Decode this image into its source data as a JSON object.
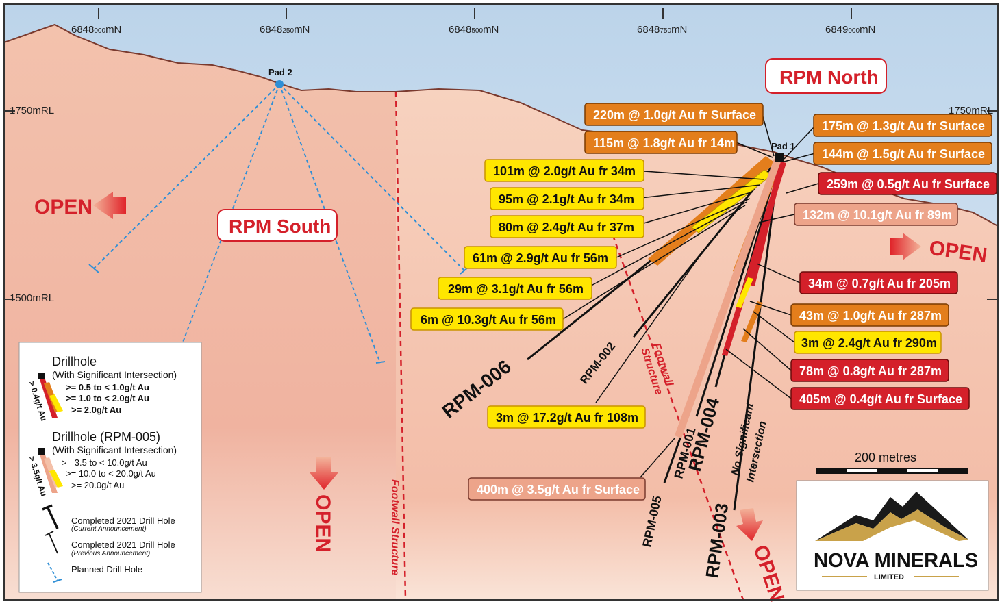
{
  "axis": {
    "northings": [
      {
        "value": "6848",
        "sub": "000",
        "unit": "mN"
      },
      {
        "value": "6848",
        "sub": "250",
        "unit": "mN"
      },
      {
        "value": "6848",
        "sub": "500",
        "unit": "mN"
      },
      {
        "value": "6848",
        "sub": "750",
        "unit": "mN"
      },
      {
        "value": "6849",
        "sub": "000",
        "unit": "mN"
      }
    ],
    "rl_1750_left": "1750mRL",
    "rl_1750_right": "1750mRL",
    "rl_1500_left": "1500mRL"
  },
  "zones": {
    "south": "RPM South",
    "north": "RPM North"
  },
  "pads": {
    "pad2": "Pad 2",
    "pad1": "Pad 1"
  },
  "open_labels": {
    "left": "OPEN",
    "right": "OPEN",
    "bottom_left": "OPEN",
    "bottom_right": "OPEN"
  },
  "structures": {
    "footwall_lower": "Footwall Structure",
    "footwall_mid_1": "Footwall",
    "footwall_mid_2": "Structure"
  },
  "holes": {
    "rpm006": "RPM-006",
    "rpm002": "RPM-002",
    "rpm004": "RPM-004",
    "rpm001": "RPM-001",
    "rpm005": "RPM-005",
    "rpm003": "RPM-003",
    "no_sig_1": "No Significant",
    "no_sig_2": "Intersection"
  },
  "intercepts": {
    "i1": "220m @ 1.0g/t Au fr Surface",
    "i2": "115m @ 1.8g/t Au fr 14m",
    "i3": "101m @ 2.0g/t Au fr 34m",
    "i4": "95m @ 2.1g/t Au fr 34m",
    "i5": "80m @ 2.4g/t Au fr 37m",
    "i6": "61m @ 2.9g/t Au fr 56m",
    "i7": "29m @ 3.1g/t Au fr 56m",
    "i8": "6m @ 10.3g/t Au fr 56m",
    "i9": "3m @ 17.2g/t Au fr 108m",
    "i10": "400m @ 3.5g/t Au fr Surface",
    "i11": "175m @ 1.3g/t Au fr Surface",
    "i12": "144m @ 1.5g/t Au fr Surface",
    "i13": "259m @ 0.5g/t Au fr Surface",
    "i14": "132m @ 10.1g/t Au fr 89m",
    "i15": "34m @ 0.7g/t Au fr 205m",
    "i16": "43m @ 1.0g/t Au fr 287m",
    "i17": "3m @ 2.4g/t Au fr 290m",
    "i18": "78m @ 0.8g/t Au fr 287m",
    "i19": "405m @ 0.4g/t Au fr Surface"
  },
  "legend": {
    "dh1_title": "Drillhole",
    "dh1_sub": "(With Significant Intersection)",
    "dh1_side": "> 0.4g/t Au",
    "dh1_r1": ">= 0.5 to < 1.0g/t Au",
    "dh1_r2": ">= 1.0 to < 2.0g/t Au",
    "dh1_r3": ">= 2.0g/t Au",
    "dh2_title": "Drillhole (RPM-005)",
    "dh2_sub": "(With Significant Intersection)",
    "dh2_side": "> 3.5g/t Au",
    "dh2_r1": ">= 3.5 to < 10.0g/t Au",
    "dh2_r2": ">= 10.0 to < 20.0g/t Au",
    "dh2_r3": ">= 20.0g/t Au",
    "c1": "Completed 2021 Drill Hole",
    "c1_sub": "(Current Announcement)",
    "c2": "Completed 2021 Drill Hole",
    "c2_sub": "(Previous Announcement)",
    "c3": "Planned Drill Hole"
  },
  "scale": "200 metres",
  "logo": {
    "name": "NOVA MINERALS",
    "sub": "LIMITED"
  },
  "colors": {
    "sky": "#c9def0",
    "ground_left": "#f2b8a4",
    "ground_right": "#f6c6b0",
    "label_red": "#d4202a",
    "label_orange": "#e37e1c",
    "label_yellow": "#ffe600",
    "label_salmon": "#eda48a",
    "planned": "#2f8fd6"
  }
}
